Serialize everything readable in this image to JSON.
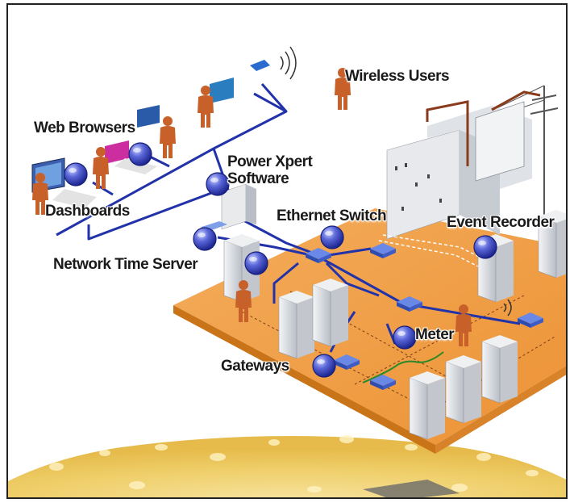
{
  "colors": {
    "floor": "#f0a048",
    "floor_edge": "#c97418",
    "network_line": "#2233aa",
    "badge": "#4b56c8",
    "person": "#c8602a",
    "equipment": "#dcdfe3",
    "ground": "#f2d27a"
  },
  "labels": {
    "wireless_users": "Wireless Users",
    "web_browsers": "Web Browsers",
    "power_xpert_line1": "Power Xpert",
    "power_xpert_line2": "Software",
    "dashboards": "Dashboards",
    "ethernet_switch": "Ethernet Switch",
    "event_recorder": "Event Recorder",
    "network_time_server": "Network Time Server",
    "meter": "Meter",
    "gateways": "Gateways"
  },
  "icons": {
    "person": "person-icon",
    "badge": "node-badge-icon",
    "switch": "network-switch-icon",
    "cabinet": "electrical-cabinet-icon",
    "monitor": "monitor-icon",
    "antenna": "wireless-signal-icon",
    "power_pole": "power-pole-icon"
  }
}
